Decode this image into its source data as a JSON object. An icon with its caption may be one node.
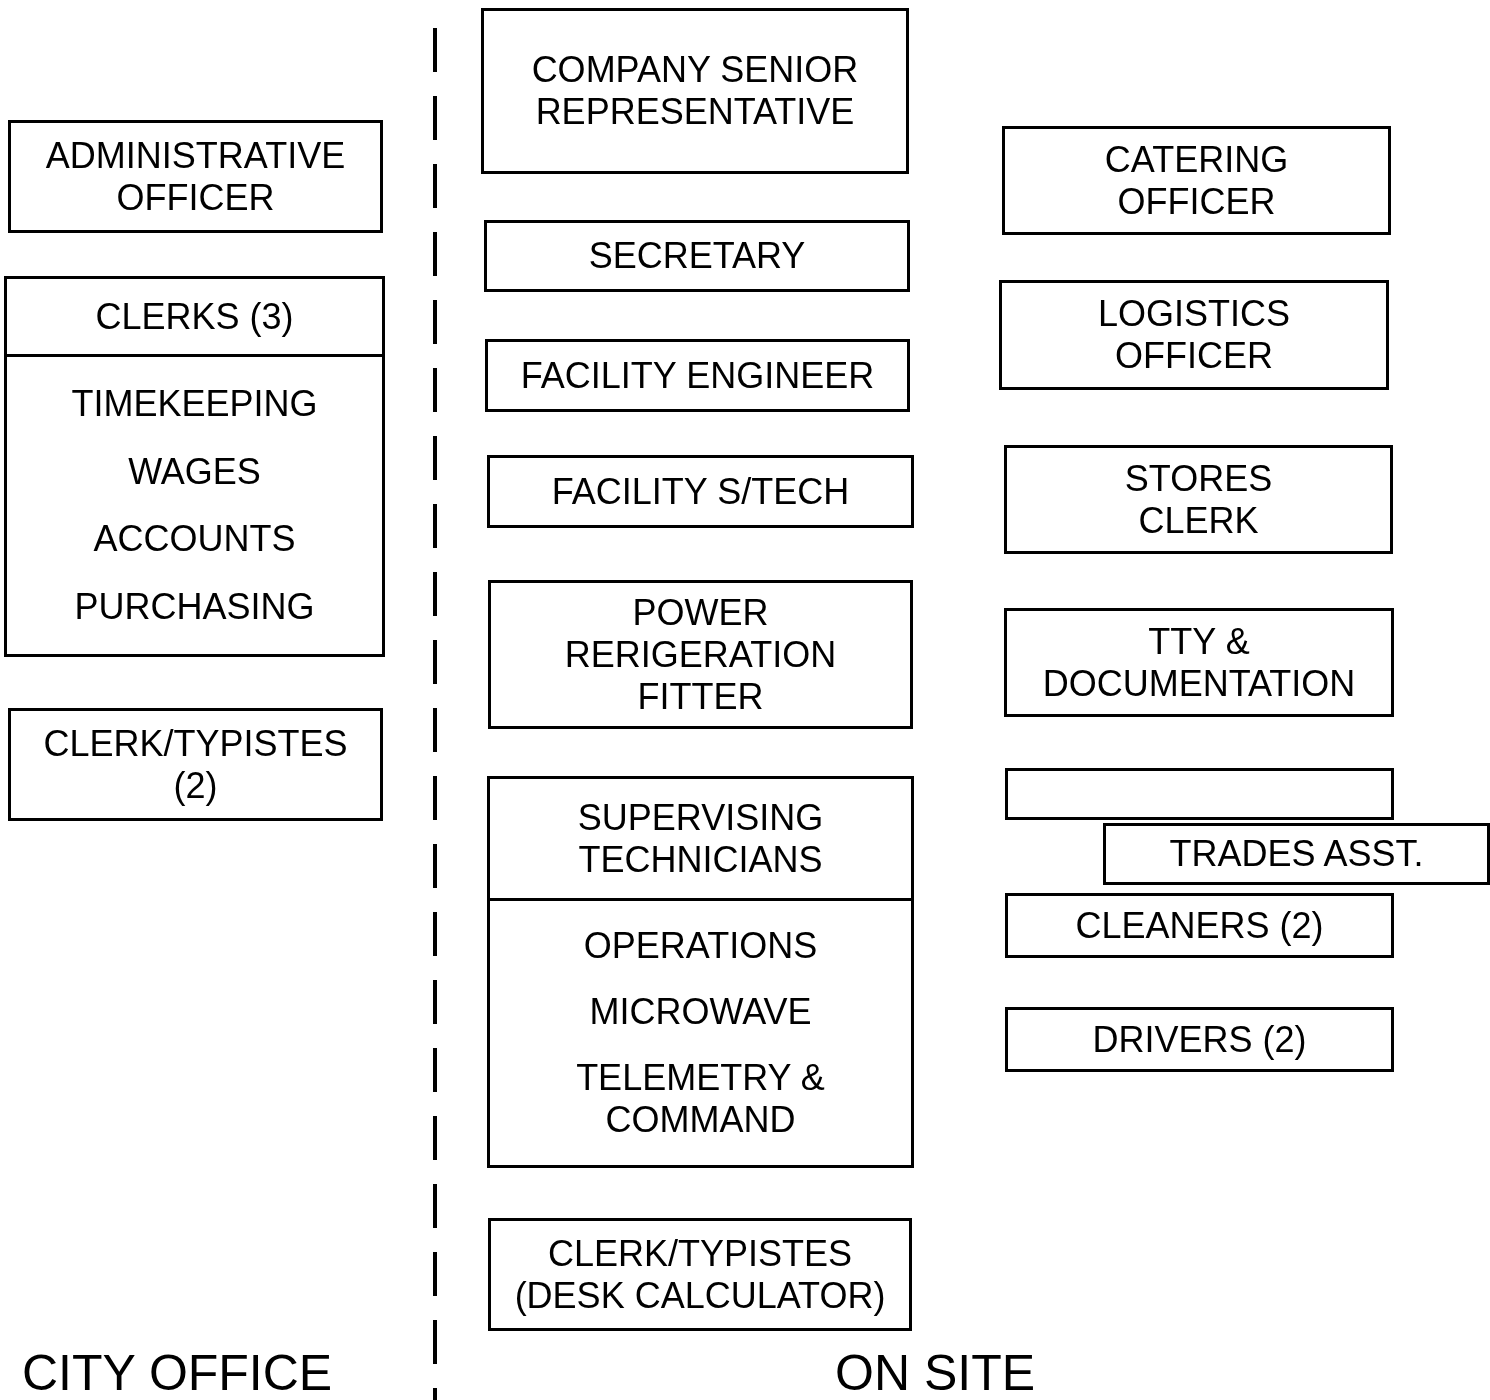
{
  "diagram": {
    "nodes": [
      {
        "text": [
          "COMPANY SENIOR REPRESENTATIVE"
        ]
      },
      {
        "text": [
          "ADMINISTRATIVE OFFICER"
        ]
      },
      {
        "text": [
          "CATERING OFFICER"
        ]
      },
      {
        "text": [
          "SECRETARY"
        ]
      },
      {
        "text": [
          "CLERKS (3)",
          "TIMEKEEPING",
          "WAGES",
          "ACCOUNTS",
          "PURCHASING"
        ]
      },
      {
        "text": [
          "LOGISTICS OFFICER"
        ]
      },
      {
        "text": [
          "FACILITY ENGINEER"
        ]
      },
      {
        "text": [
          "FACILITY S/TECH"
        ]
      },
      {
        "text": [
          "STORES CLERK"
        ]
      },
      {
        "text": [
          "POWER RERIGERATION FITTER"
        ]
      },
      {
        "text": [
          "TTY & DOCUMENTATION"
        ]
      },
      {
        "text": [
          "CLERK/TYPISTES (2)"
        ]
      },
      {
        "text": [
          "SUPERVISING TECHNICIANS",
          "OPERATIONS",
          "MICROWAVE",
          "TELEMETRY & COMMAND"
        ]
      },
      {
        "text": [],
        "shape": "box"
      },
      {
        "text": [
          "TRADES ASST."
        ]
      },
      {
        "text": [
          "CLEANERS (2)"
        ]
      },
      {
        "text": [
          "DRIVERS (2)"
        ]
      },
      {
        "text": [
          "CLERK/TYPISTES (DESK CALCULATOR)"
        ]
      }
    ],
    "edges": [],
    "labels": [
      "CITY OFFICE",
      "ON SITE"
    ]
  }
}
